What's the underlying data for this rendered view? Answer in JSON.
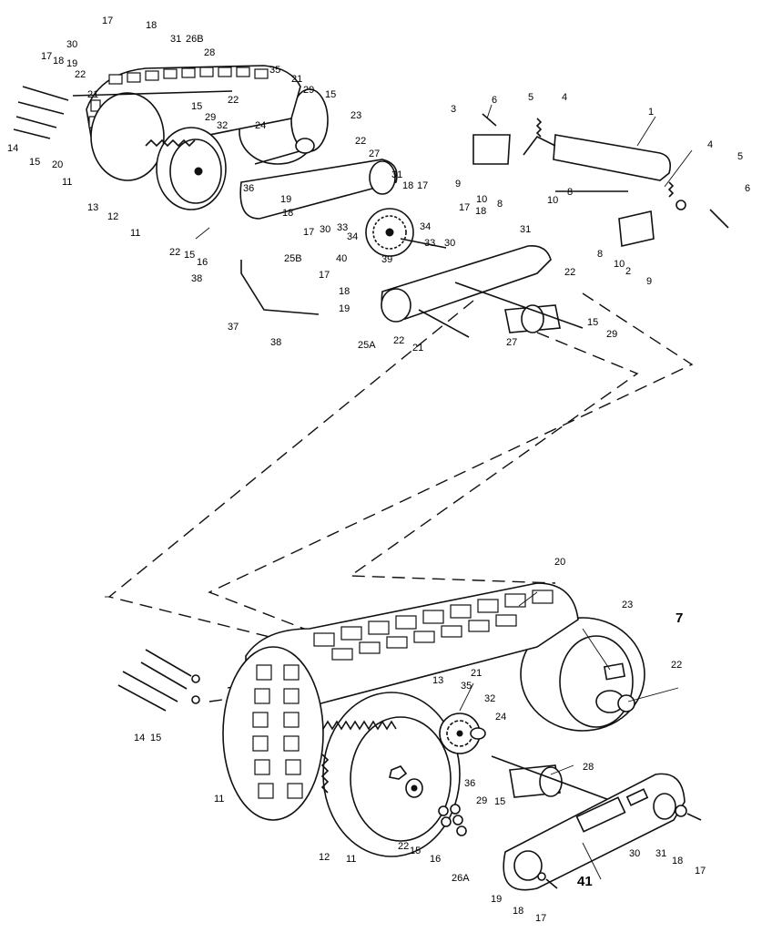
{
  "diagram": {
    "callouts": {
      "c1": "1",
      "c2": "2",
      "c3": "3",
      "c4a": "4",
      "c4b": "4",
      "c5a": "5",
      "c5b": "5",
      "c6a": "6",
      "c6b": "6",
      "c7": "7",
      "c8a": "8",
      "c8b": "8",
      "c8c": "8",
      "c9a": "9",
      "c9b": "9",
      "c10a": "10",
      "c10b": "10",
      "c10c": "10",
      "c11a": "11",
      "c11b": "11",
      "c11c": "11",
      "c11d": "11",
      "c12a": "12",
      "c12b": "12",
      "c13a": "13",
      "c13b": "13",
      "c14a": "14",
      "c14b": "14",
      "c15a": "15",
      "c15b": "15",
      "c15c": "15",
      "c15d": "15",
      "c15e": "15",
      "c15f": "15",
      "c15g": "15",
      "c15h": "15",
      "c16a": "16",
      "c16b": "16",
      "c17a": "17",
      "c17b": "17",
      "c17c": "17",
      "c17d": "17",
      "c17e": "17",
      "c17f": "17",
      "c17g": "17",
      "c17h": "17",
      "c18a": "18",
      "c18b": "18",
      "c18c": "18",
      "c18d": "18",
      "c18e": "18",
      "c18f": "18",
      "c18g": "18",
      "c18h": "18",
      "c19a": "19",
      "c19b": "19",
      "c19c": "19",
      "c19d": "19",
      "c20a": "20",
      "c20b": "20",
      "c21a": "21",
      "c21b": "21",
      "c21c": "21",
      "c21d": "21",
      "c22a": "22",
      "c22b": "22",
      "c22c": "22",
      "c22d": "22",
      "c22e": "22",
      "c22f": "22",
      "c22g": "22",
      "c22h": "22",
      "c23a": "23",
      "c23b": "23",
      "c24a": "24",
      "c24b": "24",
      "c25a": "25A",
      "c25b": "25B",
      "c26a": "26A",
      "c26b": "26B",
      "c27a": "27",
      "c27b": "27",
      "c28a": "28",
      "c28b": "28",
      "c29a": "29",
      "c29b": "29",
      "c29c": "29",
      "c29d": "29",
      "c30a": "30",
      "c30b": "30",
      "c30c": "30",
      "c30d": "30",
      "c31a": "31",
      "c31b": "31",
      "c31c": "31",
      "c31d": "31",
      "c32a": "32",
      "c32b": "32",
      "c33a": "33",
      "c33b": "33",
      "c34a": "34",
      "c34b": "34",
      "c35a": "35",
      "c35b": "35",
      "c36a": "36",
      "c36b": "36",
      "c37": "37",
      "c38a": "38",
      "c38b": "38",
      "c39": "39",
      "c40": "40",
      "c41": "41"
    }
  }
}
